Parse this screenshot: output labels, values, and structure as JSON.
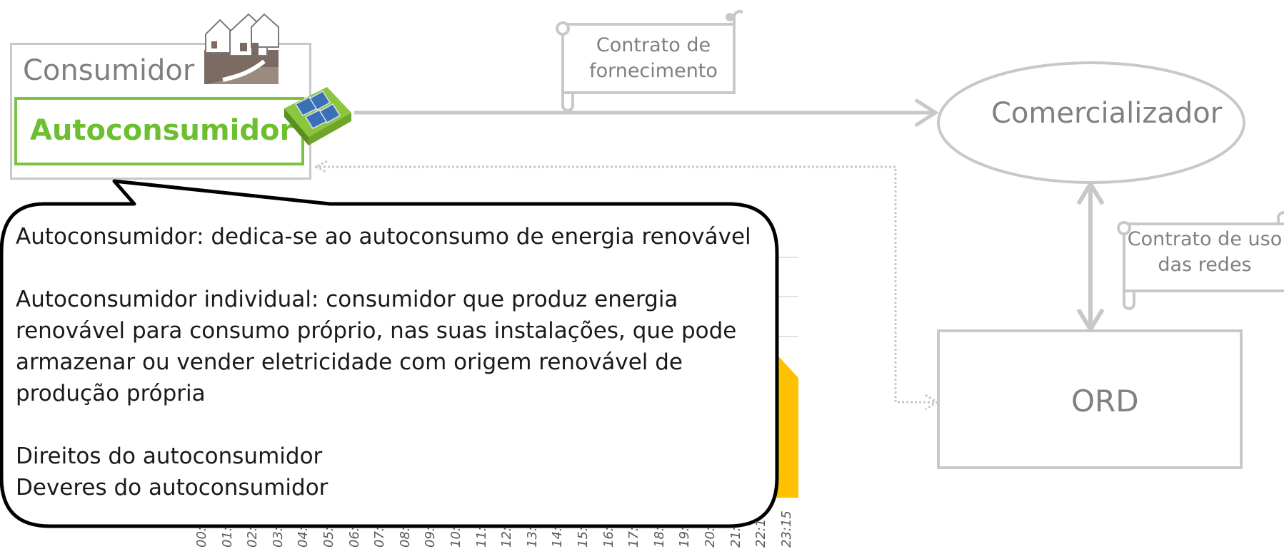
{
  "consumer": {
    "label": "Consumidor",
    "sublabel": "Autoconsumidor"
  },
  "contracts": {
    "supply": [
      "Contrato de",
      "fornecimento"
    ],
    "network": [
      "Contrato de uso",
      "das redes"
    ]
  },
  "entities": {
    "retailer": "Comercializador",
    "ord": "ORD"
  },
  "callout": {
    "line1": "Autoconsumidor: dedica-se ao autoconsumo de energia renovável",
    "para2": [
      "Autoconsumidor individual: consumidor que produz energia",
      "renovável para consumo próprio, nas suas instalações, que pode",
      "armazenar ou vender eletricidade com origem renovável de",
      "produção própria"
    ],
    "rights": "Direitos do autoconsumidor",
    "duties": "Deveres do autoconsumidor"
  },
  "background_chart": {
    "tick_labels": [
      "00:",
      "01:",
      "02:",
      "03:",
      "04:",
      "05:",
      "06:",
      "07:",
      "08:",
      "09:",
      "10:",
      "11:",
      "12:",
      "13:",
      "14:",
      "15:",
      "16:",
      "17:",
      "18:",
      "19:",
      "20:",
      "21:",
      "22:1",
      "23:15"
    ],
    "fill_color": "#ffc000"
  },
  "colors": {
    "gray": "#c8c8c8",
    "text_gray": "#808080",
    "green": "#7cc242",
    "callout_border": "#000000"
  }
}
